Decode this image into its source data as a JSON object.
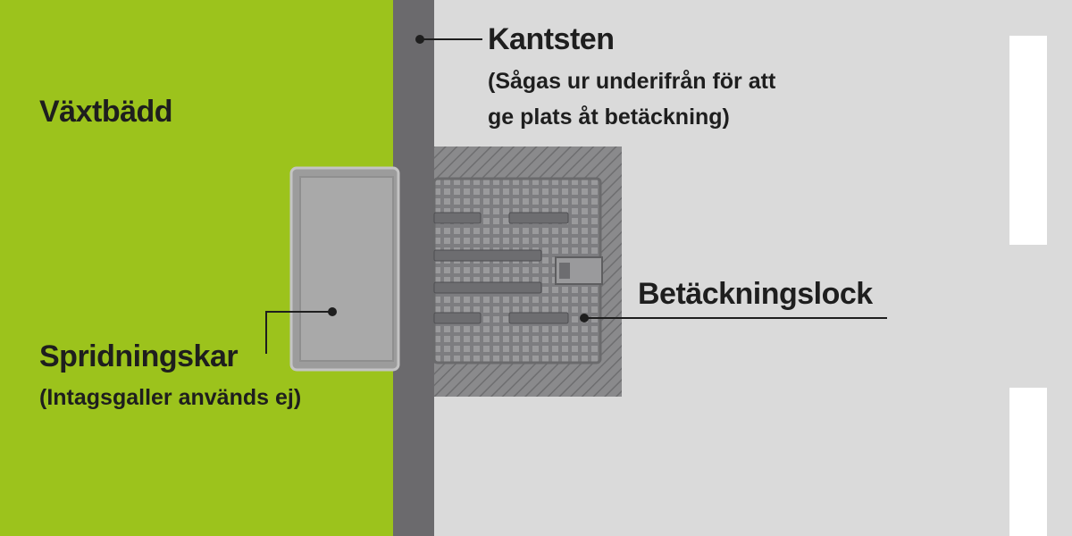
{
  "labels": {
    "vaxtbadd": "Växtbädd",
    "kantsten_title": "Kantsten",
    "kantsten_note_line1": "(Sågas ur underifrån för att",
    "kantsten_note_line2": "ge plats åt betäckning)",
    "betackningslock": "Betäckningslock",
    "spridningskar_title": "Spridningskar",
    "spridningskar_note": "(Intagsgaller används ej)"
  },
  "colors": {
    "planting_bed": "#9cc31c",
    "curb": "#6b6a6d",
    "pavement": "#dadada",
    "road_marking": "#ffffff",
    "text": "#1e1e1e"
  }
}
